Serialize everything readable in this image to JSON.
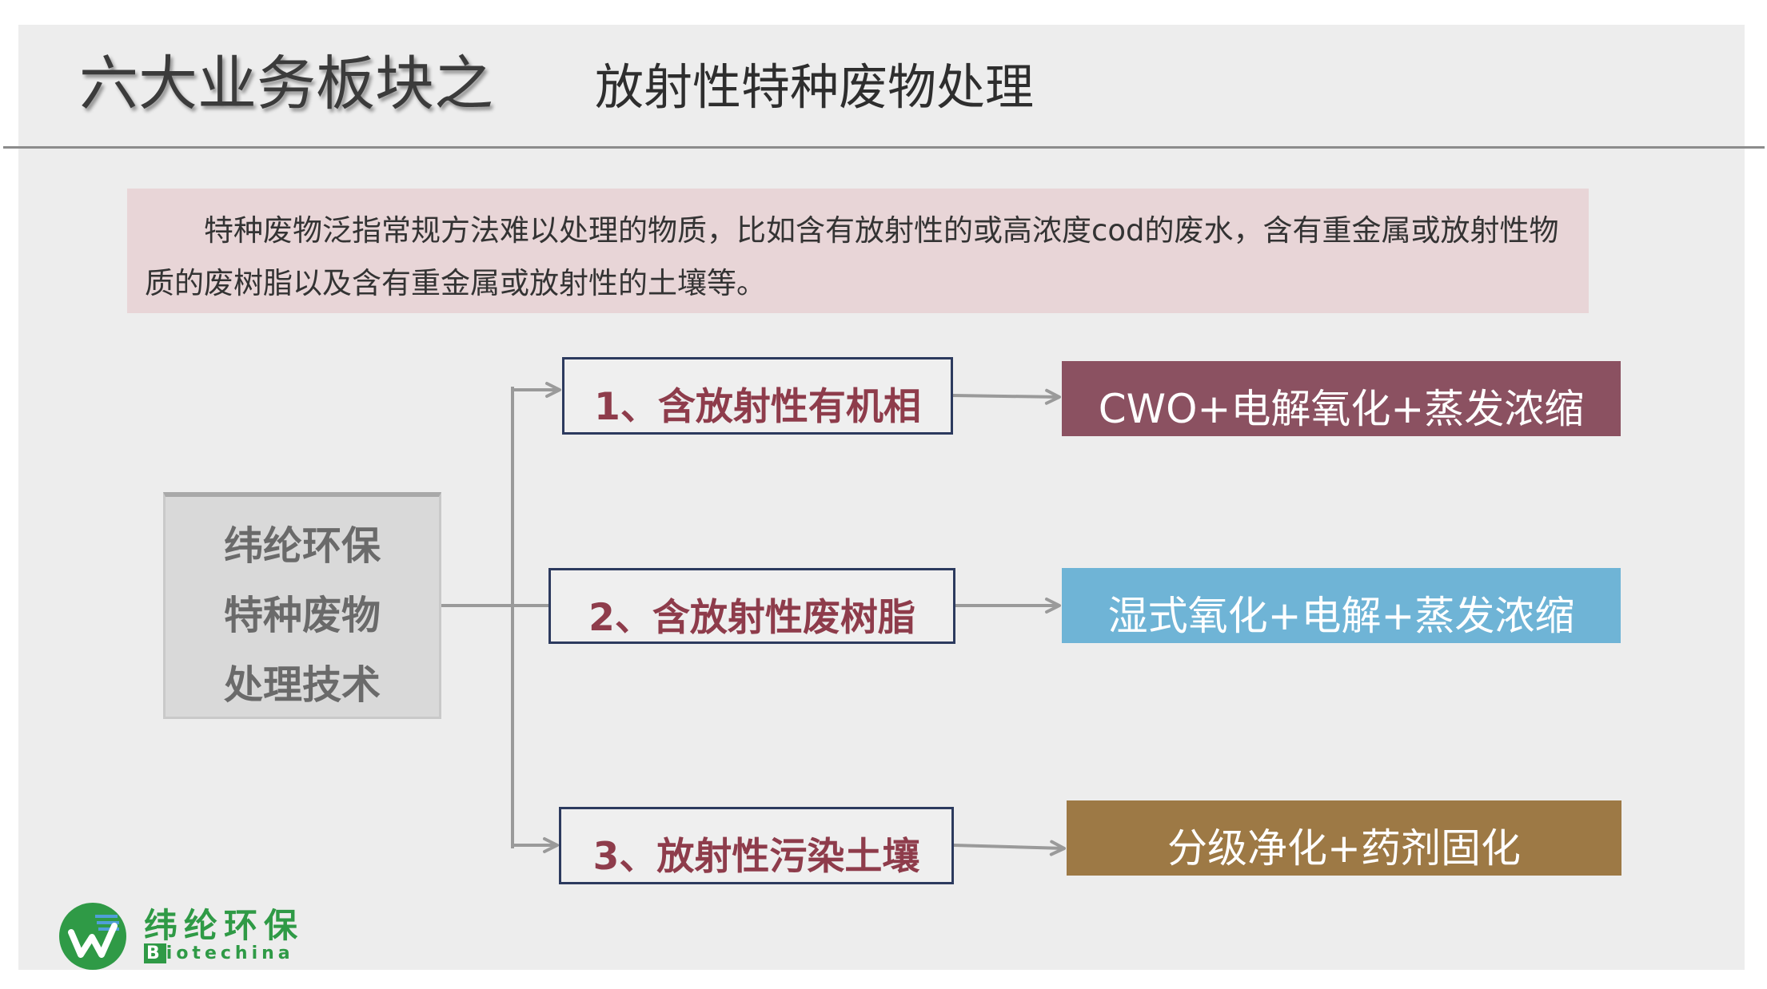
{
  "slide": {
    "title": "六大业务板块之",
    "subtitle": "放射性特种废物处理"
  },
  "intro": {
    "lines": [
      "特种废物泛指常规方法难以处理的物质，比如含有放射性的或高浓度cod的废水，含有重金属或放射性物",
      "质的废树脂以及含有重金属或放射性的土壤等。"
    ]
  },
  "root": {
    "lines": [
      "纬纶环保",
      "特种废物",
      "处理技术"
    ]
  },
  "branches": [
    {
      "label": "1、含放射性有机相",
      "method": "CWO+电解氧化+蒸发浓缩",
      "method_color": "#8b5161"
    },
    {
      "label": "2、含放射性废树脂",
      "method": "湿式氧化+电解+蒸发浓缩",
      "method_color": "#6fb4d6"
    },
    {
      "label": "3、放射性污染土壤",
      "method": "分级净化+药剂固化",
      "method_color": "#9d7945"
    }
  ],
  "logo": {
    "name_cn": "纬纶环保",
    "name_en": "Biotechina",
    "icon": "company-logo-icon",
    "brand_color": "#2f9a46"
  }
}
